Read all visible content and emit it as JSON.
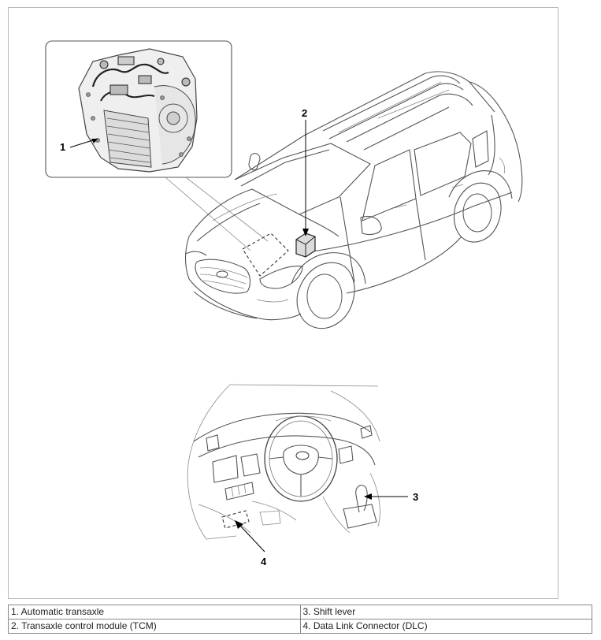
{
  "callouts": {
    "c1": "1",
    "c2": "2",
    "c3": "3",
    "c4": "4"
  },
  "legend": {
    "rows": [
      [
        "1. Automatic transaxle",
        "3. Shift lever"
      ],
      [
        "2. Transaxle control module (TCM)",
        "4. Data Link Connector (DLC)"
      ]
    ]
  }
}
